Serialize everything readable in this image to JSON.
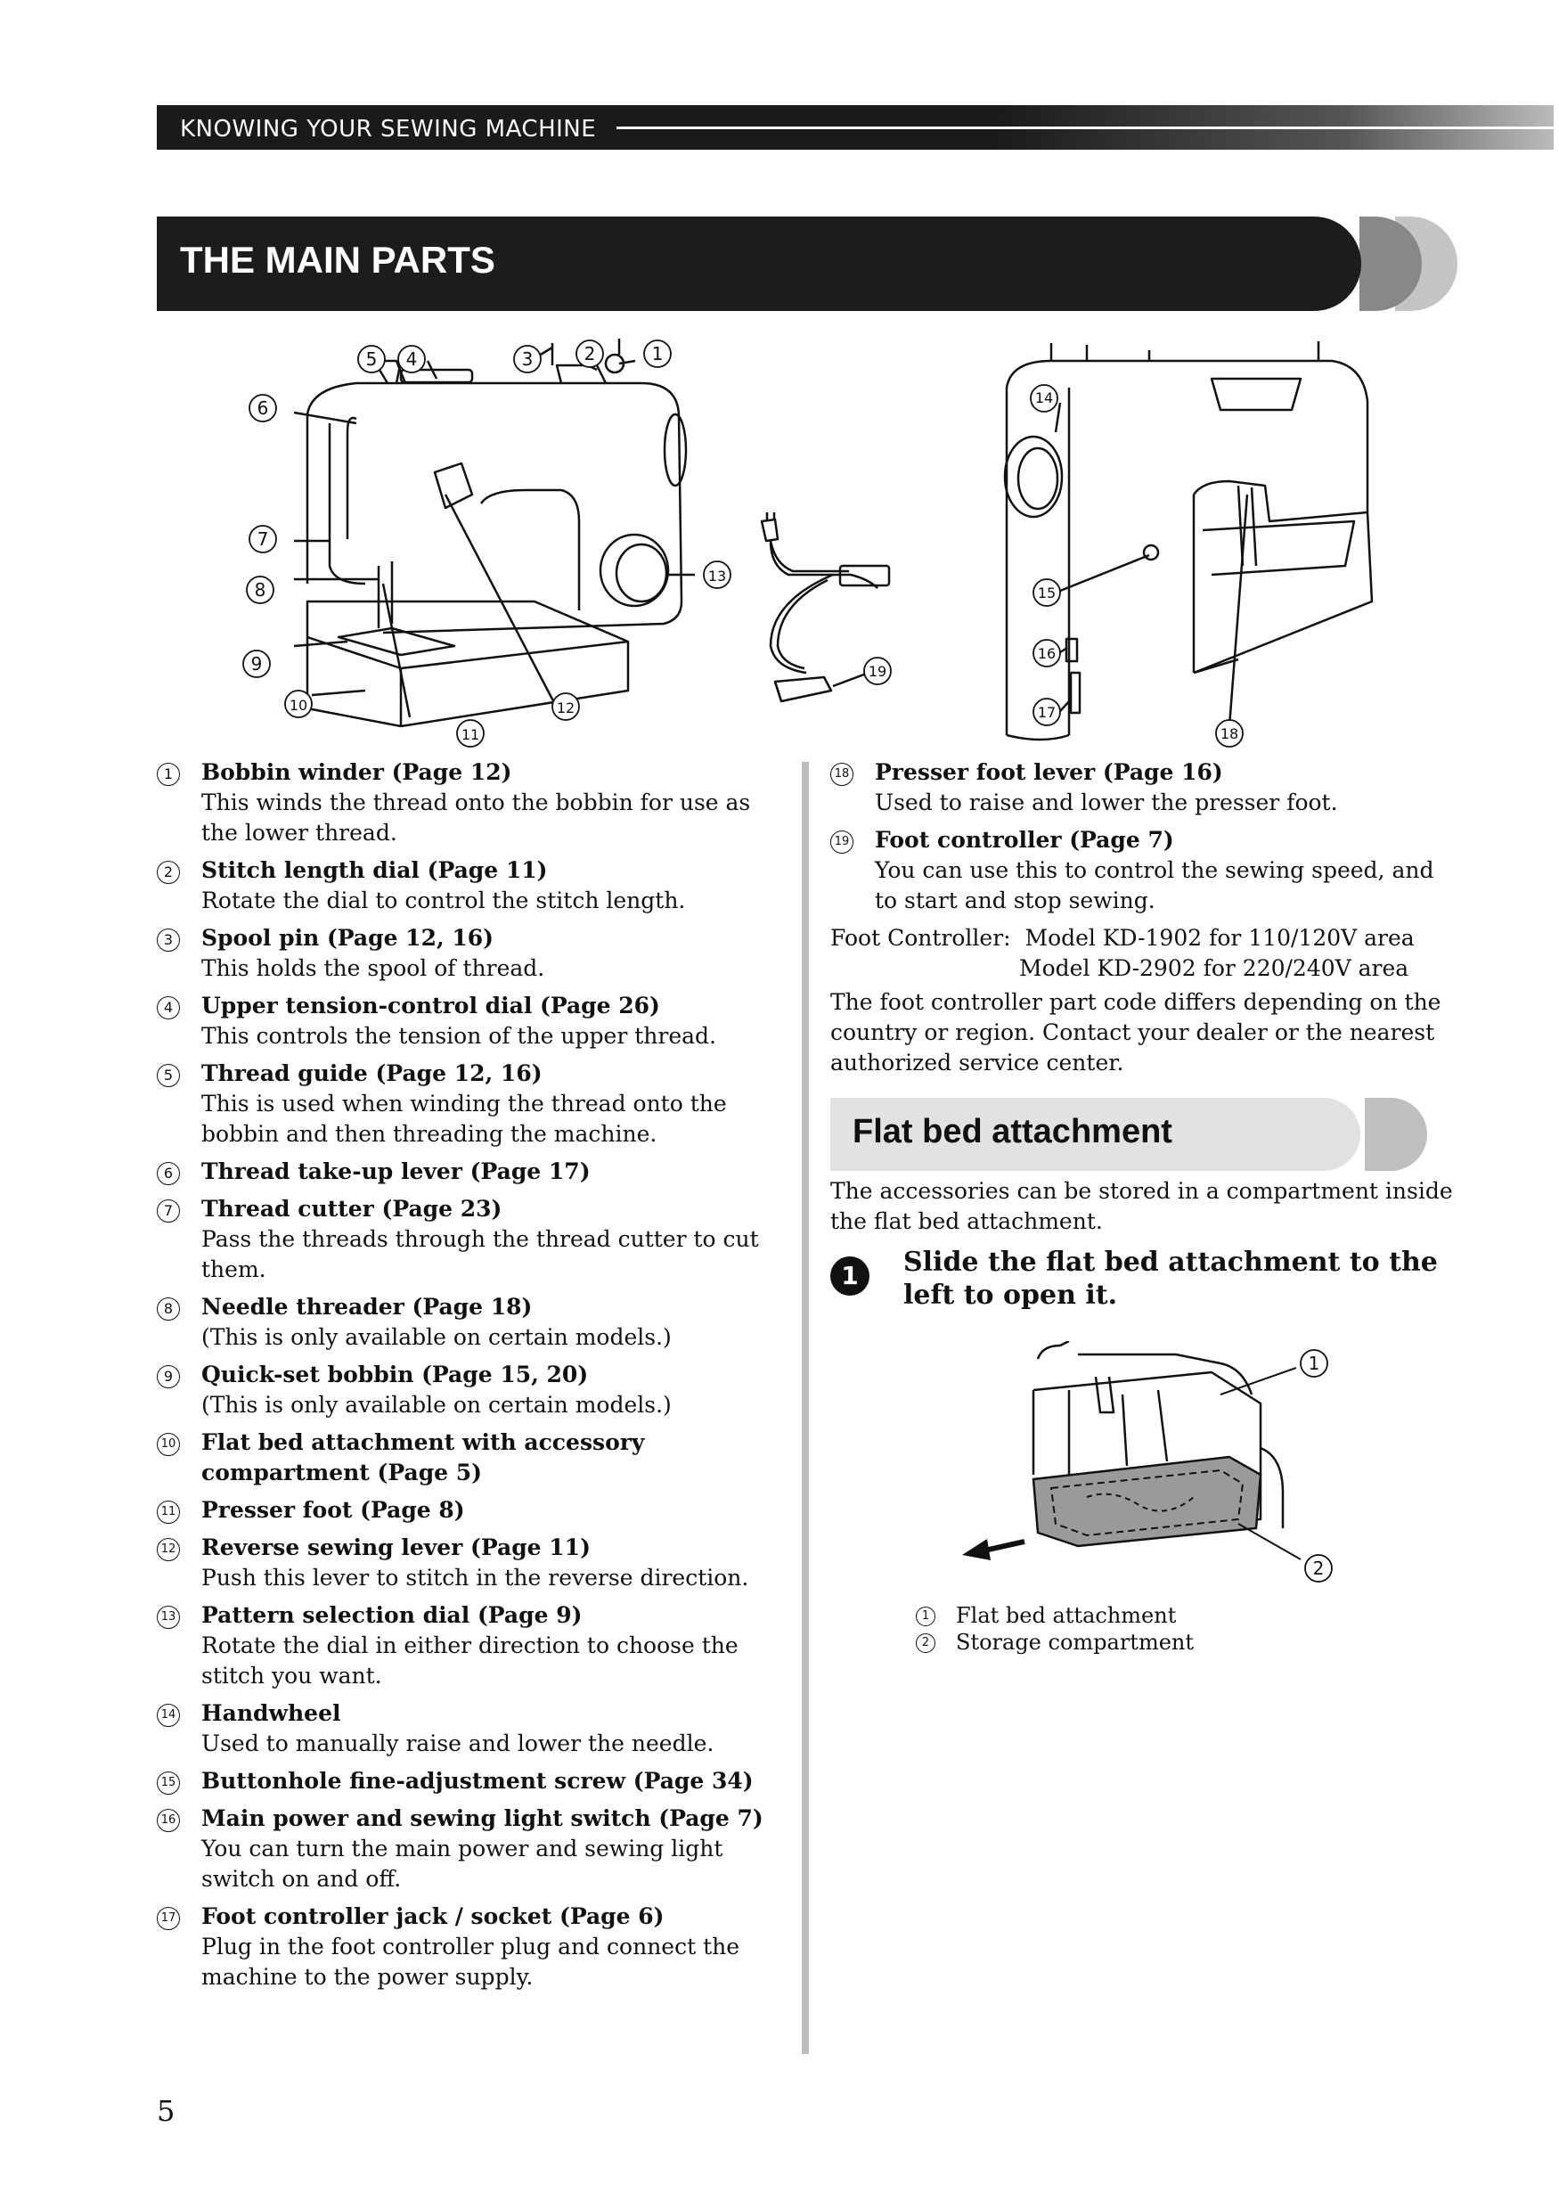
{
  "section_header": "KNOWING YOUR SEWING MACHINE",
  "page_title": "THE MAIN PARTS",
  "diagram_callouts": [
    "1",
    "2",
    "3",
    "4",
    "5",
    "6",
    "7",
    "8",
    "9",
    "10",
    "11",
    "12",
    "13",
    "14",
    "15",
    "16",
    "17",
    "18",
    "19"
  ],
  "parts_left": [
    {
      "num": "1",
      "name": "Bobbin winder (Page 12)",
      "desc": "This winds the thread onto the bobbin for use as the lower thread."
    },
    {
      "num": "2",
      "name": "Stitch length dial (Page 11)",
      "desc": "Rotate the dial to control the stitch length."
    },
    {
      "num": "3",
      "name": "Spool pin (Page 12, 16)",
      "desc": "This holds the spool of thread."
    },
    {
      "num": "4",
      "name": "Upper tension-control dial (Page 26)",
      "desc": "This controls the tension of the upper thread."
    },
    {
      "num": "5",
      "name": "Thread guide (Page 12, 16)",
      "desc": "This is used when winding the thread onto the bobbin and then threading the machine."
    },
    {
      "num": "6",
      "name": "Thread take-up lever (Page 17)",
      "desc": ""
    },
    {
      "num": "7",
      "name": "Thread cutter (Page 23)",
      "desc": "Pass the threads through the thread cutter to cut them."
    },
    {
      "num": "8",
      "name": "Needle threader (Page 18)",
      "desc": "(This is only available on certain models.)"
    },
    {
      "num": "9",
      "name": "Quick-set bobbin (Page 15, 20)",
      "desc": "(This is only available on certain models.)"
    },
    {
      "num": "10",
      "name": "Flat bed attachment with accessory compartment (Page 5)",
      "desc": ""
    },
    {
      "num": "11",
      "name": "Presser foot (Page 8)",
      "desc": ""
    },
    {
      "num": "12",
      "name": "Reverse sewing lever (Page 11)",
      "desc": "Push this lever to stitch in the reverse direction."
    },
    {
      "num": "13",
      "name": "Pattern selection dial (Page 9)",
      "desc": "Rotate the dial in either direction to choose the stitch you want."
    },
    {
      "num": "14",
      "name": "Handwheel",
      "desc": "Used to manually raise and lower the needle."
    },
    {
      "num": "15",
      "name": "Buttonhole fine-adjustment screw (Page 34)",
      "desc": ""
    },
    {
      "num": "16",
      "name": "Main power and sewing light switch (Page 7)",
      "desc": "You can turn the main power and sewing light switch on and off."
    },
    {
      "num": "17",
      "name": "Foot controller jack / socket (Page 6)",
      "desc": "Plug in the foot controller plug and connect the machine to the power supply."
    }
  ],
  "parts_right": [
    {
      "num": "18",
      "name": "Presser foot lever (Page 16)",
      "desc": "Used to raise and lower the presser foot."
    },
    {
      "num": "19",
      "name": "Foot controller (Page 7)",
      "desc": "You can use this to control the sewing speed, and to start and stop sewing."
    }
  ],
  "foot_controller": {
    "label": "Foot Controller:",
    "model1": "Model KD-1902 for 110/120V area",
    "model2": "Model KD-2902 for 220/240V area",
    "note": "The foot controller part code differs depending on the country or region. Contact your dealer or the nearest authorized service center."
  },
  "flat_bed": {
    "title": "Flat bed attachment",
    "intro": "The accessories can be stored in a compartment inside the flat bed attachment.",
    "step_number": "1",
    "step_text": "Slide the flat bed attachment to the left to open it.",
    "legend": [
      {
        "num": "1",
        "label": "Flat bed attachment"
      },
      {
        "num": "2",
        "label": "Storage compartment"
      }
    ]
  },
  "page_number": "5"
}
